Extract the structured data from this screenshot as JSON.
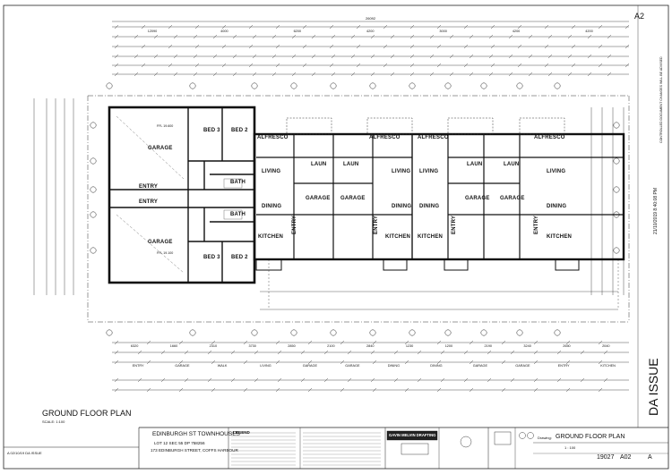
{
  "sheet": {
    "sheet_ref": "A2",
    "controlled_note": "CONTROLLED DOCUMENT CHANGES WILL BE ADVISED",
    "issue_stamp": "DA ISSUE",
    "plot_stamp": "21/10/2019 8:40:08 PM"
  },
  "plan": {
    "title": "GROUND FLOOR PLAN",
    "scale": "SCALE: 1:100",
    "overall_width": "26092",
    "rooms": {
      "bed3_top": "BED 3",
      "bed2_top": "BED 2",
      "bed3_bot": "BED 3",
      "bed2_bot": "BED 2",
      "garage_top": "GARAGE",
      "garage_bot": "GARAGE",
      "entry_top": "ENTRY",
      "entry_bot": "ENTRY",
      "bath_top": "BATH",
      "bath_bot": "BATH",
      "ffl_top": "FFL 19.600",
      "ffl_bot": "FFL 19.100",
      "alfresco": [
        "ALFRESCO",
        "ALFRESCO",
        "ALFRESCO",
        "ALFRESCO"
      ],
      "laun": [
        "LAUN",
        "LAUN",
        "LAUN",
        "LAUN"
      ],
      "living": [
        "LIVING",
        "LIVING",
        "LIVING",
        "LIVING"
      ],
      "dining": [
        "DINING",
        "DINING",
        "DINING",
        "DINING"
      ],
      "garage_units": [
        "GARAGE",
        "GARAGE",
        "GARAGE",
        "GARAGE"
      ],
      "kitchen": [
        "KITCHEN",
        "KITCHEN",
        "KITCHEN",
        "KITCHEN"
      ],
      "entry_units": [
        "ENTRY",
        "ENTRY",
        "ENTRY",
        "ENTRY"
      ]
    },
    "top_dims": [
      "12090",
      "4000",
      "6200",
      "4200",
      "3000",
      "4200",
      "4200"
    ],
    "bottom_dims": [
      "6320",
      "1660",
      "2310",
      "3730",
      "2850",
      "2100",
      "2840",
      "1230",
      "1200",
      "2190",
      "3240",
      "2650",
      "2040"
    ],
    "bottom_labels": [
      "ENTRY",
      "GARAGE",
      "WALK",
      "LIVING",
      "GARAGE",
      "GARAGE",
      "DINING",
      "DINING",
      "GARAGE",
      "GARAGE",
      "ENTRY",
      "KITCHEN"
    ]
  },
  "title_block": {
    "project": "EDINBURGH ST TOWNHOUSES",
    "lot": "LOT 12   SEC 55   DP 758256",
    "address": "173 EDINBURGH STREET, COFFS HARBOUR",
    "legend_heading": "LEGEND",
    "firm": "GAVIN MELVIN DRAFTING",
    "drawing_label": "Drawing:",
    "drawing_title": "GROUND FLOOR PLAN",
    "scale_value": "1 : 100",
    "job_no": "19027",
    "sheet_no": "A02",
    "revision": "A",
    "rev_entry": "A   02/10/19   DA ISSUE"
  }
}
